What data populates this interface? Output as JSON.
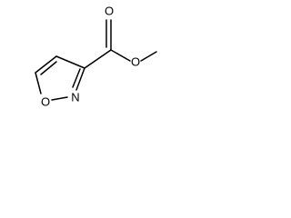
{
  "molecule": {
    "atoms": {
      "o_carbonyl": "O",
      "o_ester": "O",
      "n_ring": "N",
      "o_ring": "O"
    },
    "colors": {
      "bond": "#000000",
      "label": "#000000",
      "background": "#ffffff"
    }
  }
}
